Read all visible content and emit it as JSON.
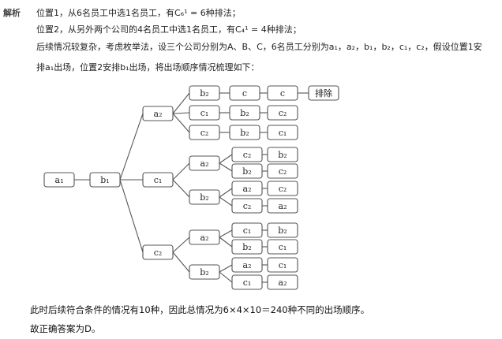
{
  "analysis_label": "解析",
  "lines": [
    "位置1，从6名员工中选1名员工，有C₆¹ = 6种排法；",
    "位置2，从另外两个公司的4名员工中选1名员工，有C₄¹ = 4种排法；",
    "后续情况较复杂，考虑枚举法，设三个公司分别为A、B、C，6名员工分别为a₁，a₂，b₁，b₂，c₁，c₂，假设位置1安",
    "排a₁出场，位置2安排b₁出场，将出场顺序情况梳理如下："
  ],
  "tree": {
    "root": "a₁",
    "level1": "b₁",
    "branches": [
      {
        "label": "a₂",
        "paths": [
          [
            "b₂",
            "c",
            "c",
            "排除"
          ],
          [
            "c₁",
            "b₂",
            "c₂"
          ],
          [
            "c₂",
            "b₂",
            "c₁"
          ]
        ]
      },
      {
        "label": "c₁",
        "sub": [
          {
            "label": "a₂",
            "paths": [
              [
                "c₂",
                "b₂"
              ],
              [
                "b₂",
                "c₂"
              ]
            ]
          },
          {
            "label": "b₂",
            "paths": [
              [
                "a₂",
                "c₂"
              ],
              [
                "c₂",
                "a₂"
              ]
            ]
          }
        ]
      },
      {
        "label": "c₂",
        "sub": [
          {
            "label": "a₂",
            "paths": [
              [
                "c₁",
                "b₂"
              ],
              [
                "b₂",
                "c₁"
              ]
            ]
          },
          {
            "label": "b₂",
            "paths": [
              [
                "a₂",
                "c₁"
              ],
              [
                "c₁",
                "a₂"
              ]
            ]
          }
        ]
      }
    ]
  },
  "conclusion": [
    "此时后续符合条件的情况有10种，因此总情况为6×4×10＝240种不同的出场顺序。",
    "故正确答案为D。"
  ]
}
